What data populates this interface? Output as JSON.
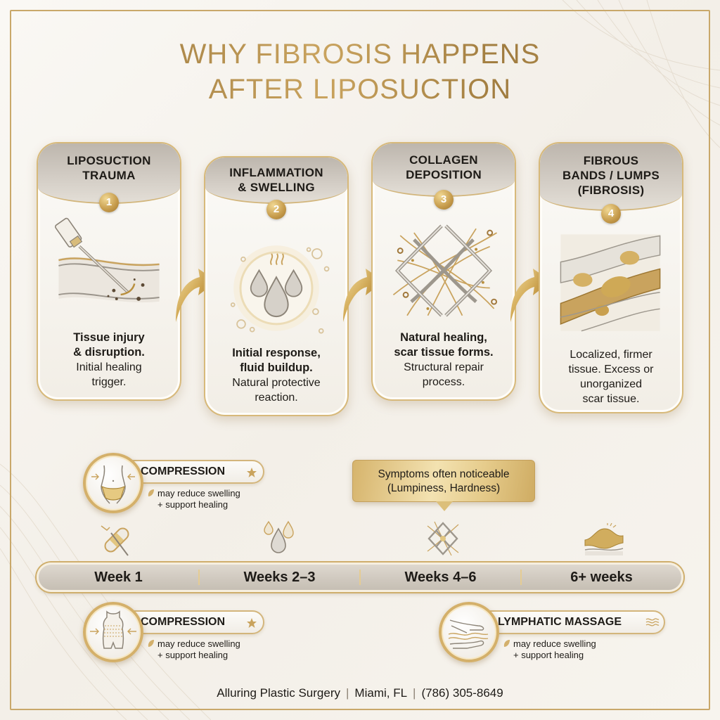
{
  "title": {
    "line1": "WHY FIBROSIS HAPPENS",
    "line2": "AFTER LIPOSUCTION"
  },
  "steps": [
    {
      "number": "1",
      "heading_line1": "LIPOSUCTION",
      "heading_line2": "TRAUMA",
      "icon": "cannula-tissue-icon",
      "lead_line1": "Tissue injury",
      "lead_line2": "& disruption.",
      "detail_line1": "Initial healing",
      "detail_line2": "trigger."
    },
    {
      "number": "2",
      "heading_line1": "INFLAMMATION",
      "heading_line2": "& SWELLING",
      "icon": "fluid-droplets-icon",
      "lead_line1": "Initial response,",
      "lead_line2": "fluid buildup.",
      "detail_line1": "Natural protective",
      "detail_line2": "reaction."
    },
    {
      "number": "3",
      "heading_line1": "COLLAGEN",
      "heading_line2": "DEPOSITION",
      "icon": "collagen-mesh-icon",
      "lead_line1": "Natural healing,",
      "lead_line2": "scar tissue forms.",
      "detail_line1": "Structural repair",
      "detail_line2": "process."
    },
    {
      "number": "4",
      "heading_line1": "FIBROUS",
      "heading_line2": "BANDS / LUMPS",
      "heading_line3": "(FIBROSIS)",
      "icon": "fibrous-bands-icon",
      "text_line1": "Localized, firmer",
      "text_line2": "tissue. Excess or",
      "text_line3": "unorganized",
      "text_line4": "scar tissue."
    }
  ],
  "treatments": {
    "top_compression": {
      "label": "COMPRESSION",
      "icon": "waist-compression-icon",
      "badge_icon": "star-icon",
      "note_line1": "may reduce swelling",
      "note_line2": "+ support healing"
    },
    "bottom_compression": {
      "label": "COMPRESSION",
      "icon": "bodysuit-compression-icon",
      "badge_icon": "star-icon",
      "note_line1": "may reduce swelling",
      "note_line2": "+ support healing"
    },
    "lymphatic_massage": {
      "label": "LYMPHATIC MASSAGE",
      "icon": "massage-hands-icon",
      "badge_icon": "waves-icon",
      "note_line1": "may reduce swelling",
      "note_line2": "+ support healing"
    }
  },
  "callout": {
    "line1": "Symptoms often noticeable",
    "line2": "(Lumpiness, Hardness)"
  },
  "timeline": {
    "segments": [
      {
        "label": "Week 1",
        "icon": "bandage-icon"
      },
      {
        "label": "Weeks 2–3",
        "icon": "droplets-icon"
      },
      {
        "label": "Weeks 4–6",
        "icon": "collagen-mesh-icon"
      },
      {
        "label": "6+ weeks",
        "icon": "fibrous-lump-icon"
      }
    ]
  },
  "footer": {
    "clinic": "Alluring Plastic Surgery",
    "location": "Miami, FL",
    "phone": "(786) 305-8649"
  },
  "colors": {
    "gold": "#c9a35e",
    "gold_dark": "#9e7631",
    "header_gray": "#c9c2b8",
    "background": "#f6f3ed",
    "text": "#1e1b17"
  }
}
